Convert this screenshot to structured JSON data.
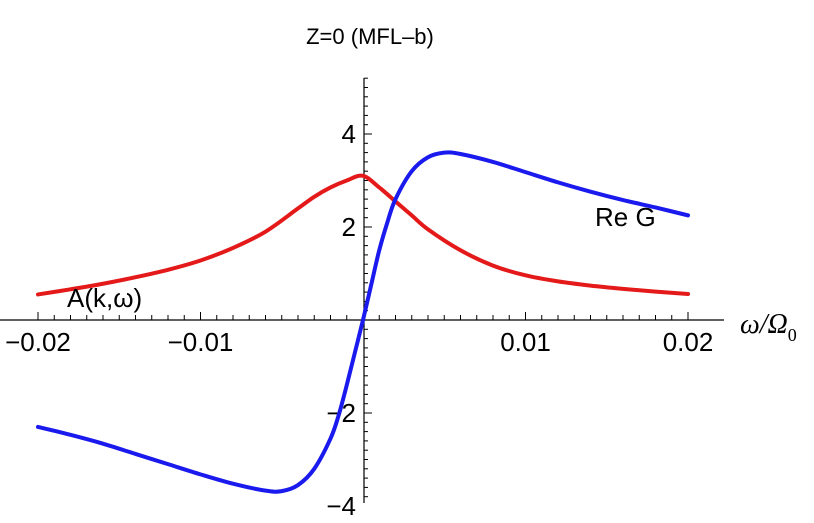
{
  "chart_data": {
    "type": "line",
    "title": "Z=0   (MFL–b)",
    "xlabel": "ω/Ω",
    "xlabel_subscript": "0",
    "ylabel": "",
    "xlim": [
      -0.02,
      0.02
    ],
    "ylim": [
      -4,
      5.2
    ],
    "x_ticks": [
      {
        "value": -0.02,
        "label": "−0.02"
      },
      {
        "value": -0.01,
        "label": "−0.01"
      },
      {
        "value": 0.01,
        "label": "0.01"
      },
      {
        "value": 0.02,
        "label": "0.02"
      }
    ],
    "y_ticks": [
      {
        "value": -4,
        "label": "−4"
      },
      {
        "value": -2,
        "label": "−2"
      },
      {
        "value": 2,
        "label": "2"
      },
      {
        "value": 4,
        "label": "4"
      }
    ],
    "grid": false,
    "series": [
      {
        "name": "A(k,ω)",
        "color": "#e41a1a",
        "x": [
          -0.02,
          -0.018,
          -0.016,
          -0.014,
          -0.012,
          -0.01,
          -0.008,
          -0.006,
          -0.004,
          -0.003,
          -0.002,
          -0.001,
          0.0,
          0.001,
          0.002,
          0.003,
          0.004,
          0.006,
          0.008,
          0.01,
          0.012,
          0.014,
          0.016,
          0.018,
          0.02
        ],
        "values": [
          0.55,
          0.66,
          0.78,
          0.92,
          1.08,
          1.28,
          1.55,
          1.9,
          2.4,
          2.65,
          2.85,
          3.0,
          3.1,
          2.85,
          2.55,
          2.25,
          1.95,
          1.5,
          1.17,
          0.96,
          0.83,
          0.74,
          0.67,
          0.61,
          0.56
        ]
      },
      {
        "name": "Re G",
        "color": "#1a1aee",
        "x": [
          -0.02,
          -0.018,
          -0.016,
          -0.014,
          -0.012,
          -0.01,
          -0.008,
          -0.006,
          -0.005,
          -0.004,
          -0.003,
          -0.002,
          -0.0015,
          -0.001,
          -0.0005,
          0.0,
          0.0005,
          0.001,
          0.0015,
          0.002,
          0.003,
          0.004,
          0.005,
          0.006,
          0.008,
          0.01,
          0.012,
          0.014,
          0.016,
          0.018,
          0.02
        ],
        "values": [
          -2.3,
          -2.47,
          -2.66,
          -2.88,
          -3.1,
          -3.32,
          -3.52,
          -3.67,
          -3.68,
          -3.55,
          -3.2,
          -2.55,
          -2.05,
          -1.4,
          -0.7,
          0.0,
          0.75,
          1.5,
          2.1,
          2.6,
          3.2,
          3.5,
          3.6,
          3.57,
          3.4,
          3.18,
          2.96,
          2.76,
          2.58,
          2.42,
          2.25
        ]
      }
    ],
    "annotations": [
      {
        "text": "A(k,ω)",
        "series": 0
      },
      {
        "text": "Re G",
        "series": 1
      }
    ]
  }
}
